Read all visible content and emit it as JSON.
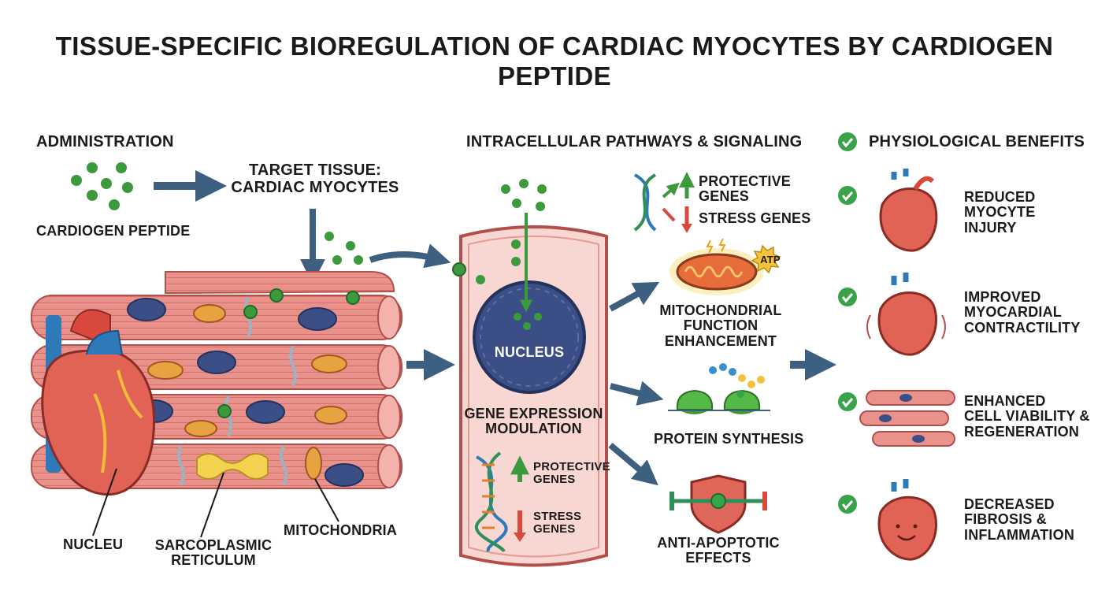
{
  "title": "TISSUE-SPECIFIC BIOREGULATION OF CARDIAC MYOCYTES BY CARDIOGEN PEPTIDE",
  "sections": {
    "administration": "ADMINISTRATION",
    "pathways": "INTRACELLULAR PATHWAYS & SIGNALING",
    "benefits": "PHYSIOLOGICAL BENEFITS"
  },
  "administration": {
    "peptide_label": "CARDIOGEN PEPTIDE",
    "target_line1": "TARGET TISSUE:",
    "target_line2": "CARDIAC MYOCYTES"
  },
  "tissue_labels": {
    "nucleus": "NUCLEU",
    "sr_line1": "SARCOPLASMIC",
    "sr_line2": "RETICULUM",
    "mitochondria": "MITOCHONDRIA"
  },
  "cell": {
    "nucleus": "NUCLEUS",
    "gene_expr_line1": "GENE EXPRESSION",
    "gene_expr_line2": "MODULATION",
    "protective_line1": "PROTECTIVE",
    "protective_line2": "GENES",
    "stress_line1": "STRESS",
    "stress_line2": "GENES"
  },
  "pathways": {
    "gene_protective_line1": "PROTECTIVE",
    "gene_protective_line2": "GENES",
    "gene_stress": "STRESS GENES",
    "atp": "ATP",
    "mito_line1": "MITOCHONDRIAL",
    "mito_line2": "FUNCTION",
    "mito_line3": "ENHANCEMENT",
    "protein": "PROTEIN SYNTHESIS",
    "apoptotic_line1": "ANTI-APOPTOTIC",
    "apoptotic_line2": "EFFECTS"
  },
  "benefits": [
    {
      "line1": "REDUCED",
      "line2": "MYOCYTE",
      "line3": "INJURY"
    },
    {
      "line1": "IMPROVED",
      "line2": "MYOCARDIAL",
      "line3": "CONTRACTILITY"
    },
    {
      "line1": "ENHANCED",
      "line2": "CELL VIABILITY &",
      "line3": "REGENERATION"
    },
    {
      "line1": "DECREASED",
      "line2": "FIBROSIS &",
      "line3": "INFLAMMATION"
    }
  ],
  "colors": {
    "arrow": "#3d5f80",
    "peptide": "#3b9a3b",
    "muscle": "#e8908a",
    "nucleus": "#3b4f86",
    "cell_fill": "#f8d6d2",
    "check": "#3aa34a"
  },
  "icons": [
    "check-icon",
    "heart-icon",
    "dna-icon",
    "mitochondrion-icon",
    "ribosome-icon",
    "shield-icon"
  ]
}
